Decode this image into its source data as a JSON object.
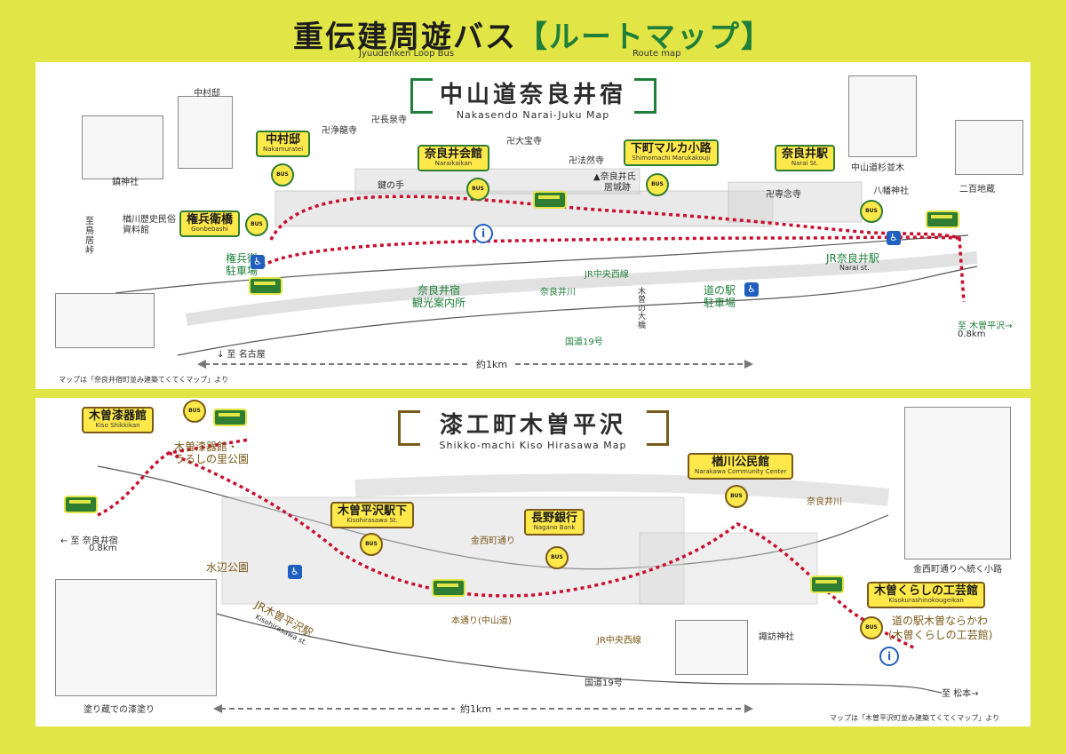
{
  "header": {
    "title_main": "重伝建周遊バス",
    "title_route": "【ルートマップ】",
    "sub_loop": "Jyuudenken Loop Bus",
    "sub_route": "Route map"
  },
  "map1": {
    "title_jp": "中山道奈良井宿",
    "title_en": "Nakasendo Narai-Juku Map",
    "stops": [
      {
        "jp": "中村邸",
        "en": "Nakamuratei"
      },
      {
        "jp": "奈良井会館",
        "en": "Naraikaikan"
      },
      {
        "jp": "下町マルカ小路",
        "en": "Shimomachi Marukakouji"
      },
      {
        "jp": "奈良井駅",
        "en": "Narai St."
      },
      {
        "jp": "権兵衛橋",
        "en": "Gonbebashi"
      }
    ],
    "labels": {
      "nakamura": "中村邸",
      "jorakuji": "卍浄龍寺",
      "chosenji": "卍長泉寺",
      "daihoji": "卍大宝寺",
      "hotakuji": "卍法然寺",
      "senjuji": "卍専念寺",
      "narai_ruins": "▲奈良井氏",
      "narai_ruins2": "居城跡",
      "hachiman": "八幡神社",
      "cedar": "中山道杉並木",
      "nihyaku": "二百地蔵",
      "kagi": "鍵の手",
      "chinju": "鎮神社",
      "narakawa_museum": "楢川歴史民俗",
      "narakawa_museum2": "資料館",
      "to_torii": "至 鳥居峠",
      "gonbe_parking": "権兵衛",
      "gonbe_parking2": "駐車場",
      "narai_info": "奈良井宿",
      "narai_info2": "観光案内所",
      "jr_line": "JR中央西線",
      "narai_river": "奈良井川",
      "kiso_ohashi": "木曽の大橋",
      "roadside": "道の駅",
      "roadside2": "駐車場",
      "route19": "国道19号",
      "jr_narai": "JR奈良井駅",
      "jr_narai_en": "Narai st.",
      "to_kiso": "至 木曽平沢→",
      "to_kiso_dist": "0.8km",
      "to_nagoya": "↓ 至 名古屋"
    },
    "scale": "約1km",
    "credit": "マップは「奈良井宿町並み建築てくてくマップ」より"
  },
  "map2": {
    "title_jp": "漆工町木曽平沢",
    "title_en": "Shikko-machi Kiso Hirasawa Map",
    "stops": [
      {
        "jp": "木曽漆器館",
        "en": "Kiso Shikkikan"
      },
      {
        "jp": "楢川公民館",
        "en": "Narakawa Community Center"
      },
      {
        "jp": "木曽平沢駅下",
        "en": "Kisohirasawa St."
      },
      {
        "jp": "長野銀行",
        "en": "Nagano Bank"
      },
      {
        "jp": "木曽くらしの工芸館",
        "en": "Kisokurashinokougeikan"
      }
    ],
    "labels": {
      "urushi_park": "木曽漆器館・",
      "urushi_park2": "うるしの里公園",
      "to_narai": "← 至 奈良井宿",
      "to_narai_dist": "0.8km",
      "mizube": "水辺公園",
      "jr_hirasawa": "JR木曽平沢駅",
      "jr_hirasawa_en": "Kisohirasawa st.",
      "kinsai": "金西町通り",
      "hondori": "本通り(中山道)",
      "jr_line": "JR中央西線",
      "route19": "国道19号",
      "suwa": "諏訪神社",
      "narai_river": "奈良井川",
      "alley": "金西町通りへ続く小路",
      "michinoeki": "道の駅木曽ならかわ",
      "michinoeki2": "(木曽くらしの工芸館)",
      "to_matsumoto": "至 松本→",
      "lacquer": "塗り蔵での漆塗り"
    },
    "scale": "約1km",
    "credit": "マップは「木曽平沢町並み建築てくてくマップ」より"
  },
  "pin_text": "BUS",
  "colors": {
    "background": "#e1e545",
    "route": "#c8102e",
    "green": "#1f7f3a",
    "brown": "#7a5a1a"
  }
}
